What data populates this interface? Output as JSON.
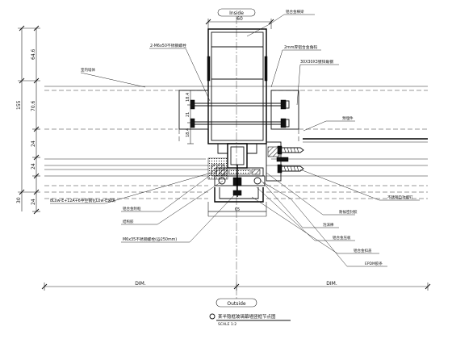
{
  "labels": {
    "inside": "Inside",
    "outside": "Outside",
    "mullion_width": "60",
    "mullion_width_bottom": "65",
    "bolt_spec": "2-M6x50不锈钢螺栓",
    "glass_spec": "8Low-E+12A+6中空钢化Low-E玻璃",
    "bolt_spec_2": "M6x35不锈钢螺栓(@250mm)",
    "bracket_spec": "2mm厚铝合金角码",
    "steel_spec": "30X30X3镀锌角钢",
    "wall_note": "室内墙体",
    "note_top": "铝合金横梁",
    "note_right_1": "预埋件",
    "note_right_2": "耐候密封胶",
    "note_right_3": "泡沫棒",
    "note_right_4": "铝合金压板",
    "note_right_5": "铝合金扣盖",
    "note_right_6": "EPDM胶条",
    "note_right_7": "不锈钢自攻螺钉",
    "note_left_1": "铝合金附框",
    "note_left_2": "结构胶",
    "dim_left_width": "DIM.",
    "dim_right_width": "DIM.",
    "title": "某半隐框玻璃幕墙竖框节点图",
    "title_sub": "SCALE 1:2"
  },
  "dimensions": {
    "left": [
      "64.6",
      "155",
      "70.6",
      "24",
      "24",
      "30",
      "24"
    ],
    "inner": [
      "18.4",
      "21",
      "18.4"
    ]
  }
}
